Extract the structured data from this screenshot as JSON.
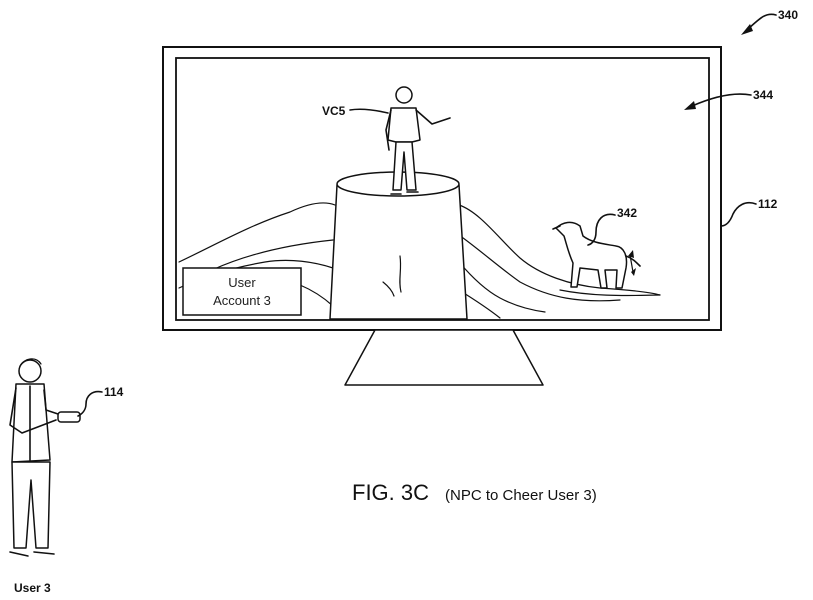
{
  "figure": {
    "id_label": "340",
    "screen_label": "344",
    "display_label": "112",
    "character_label": "VC5",
    "dog_label": "342",
    "controller_label": "114",
    "user_label": "User 3",
    "account_box": {
      "line1": "User",
      "line2": "Account 3"
    },
    "caption_main": "FIG. 3C",
    "caption_sub": "(NPC to Cheer User 3)"
  }
}
